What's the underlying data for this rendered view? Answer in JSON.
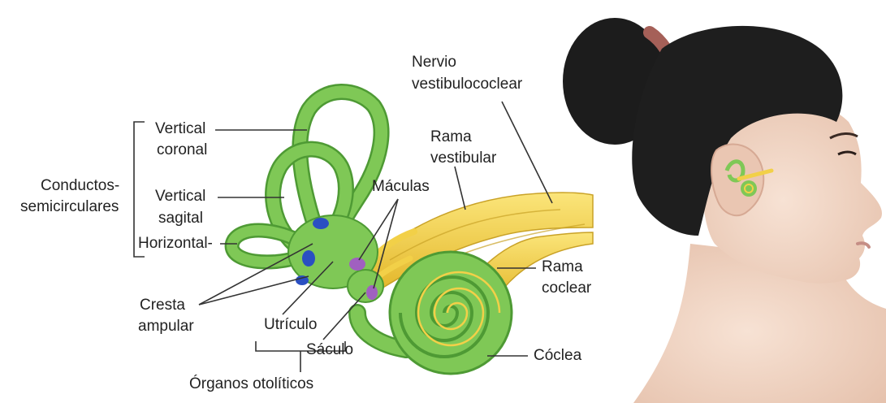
{
  "diagram": {
    "labels": {
      "vertical_coronal": [
        "Vertical",
        "coronal"
      ],
      "conductos": [
        "Conductos-",
        "semicirculares"
      ],
      "vertical_sagital": [
        "Vertical",
        "sagital"
      ],
      "horizontal": "Horizontal-",
      "maculas": "Máculas",
      "nervio": [
        "Nervio",
        "vestibulococlear"
      ],
      "rama_vestibular": [
        "Rama",
        "vestibular"
      ],
      "rama_coclear": [
        "Rama",
        "coclear"
      ],
      "cresta": [
        "Cresta",
        "ampular"
      ],
      "utriculo": "Utrículo",
      "saculo": "Sáculo",
      "coclea": "Cóclea",
      "organos": "Órganos otolíticos"
    },
    "colors": {
      "labyrinth": "#7fc856",
      "labyrinth_dark": "#4e9a34",
      "nerve": "#f2d048",
      "nerve_dark": "#c9a227",
      "ampulla": "#2a4fc2",
      "macula": "#a060c0",
      "hair": "#1c1c1c",
      "hair_band": "#a56058",
      "skin": "#f3d9c8",
      "skin_shadow": "#e2bba5"
    }
  }
}
